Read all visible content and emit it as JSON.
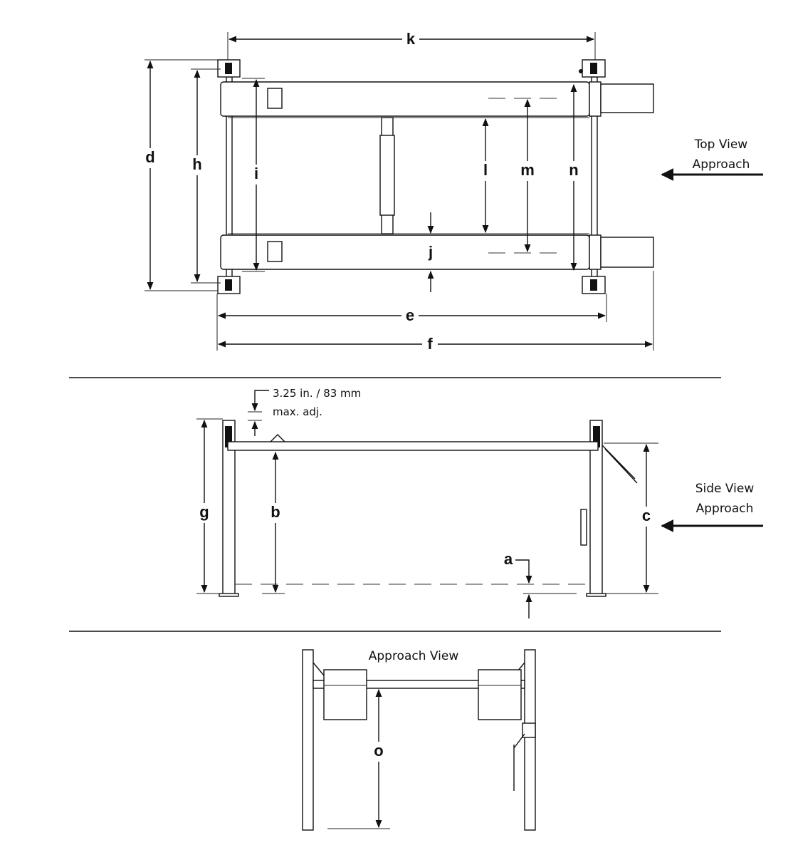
{
  "top_view": {
    "labels": {
      "k": "k",
      "d": "d",
      "h": "h",
      "i": "i",
      "l": "l",
      "m": "m",
      "n": "n",
      "j": "j",
      "e": "e",
      "f": "f"
    },
    "approach_line1": "Top View",
    "approach_line2": "Approach"
  },
  "side_view": {
    "labels": {
      "g": "g",
      "b": "b",
      "c": "c",
      "a": "a"
    },
    "adj_line1": "3.25 in. / 83 mm",
    "adj_line2": "max. adj.",
    "approach_line1": "Side View",
    "approach_line2": "Approach"
  },
  "approach_view": {
    "title": "Approach  View",
    "labels": {
      "o": "o"
    }
  }
}
